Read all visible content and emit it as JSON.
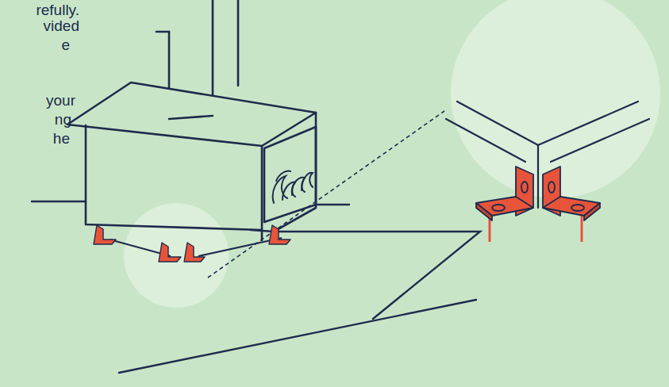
{
  "diagram": {
    "labels": [
      "refully.",
      "vided",
      "e",
      "your",
      "ng",
      "he"
    ]
  }
}
